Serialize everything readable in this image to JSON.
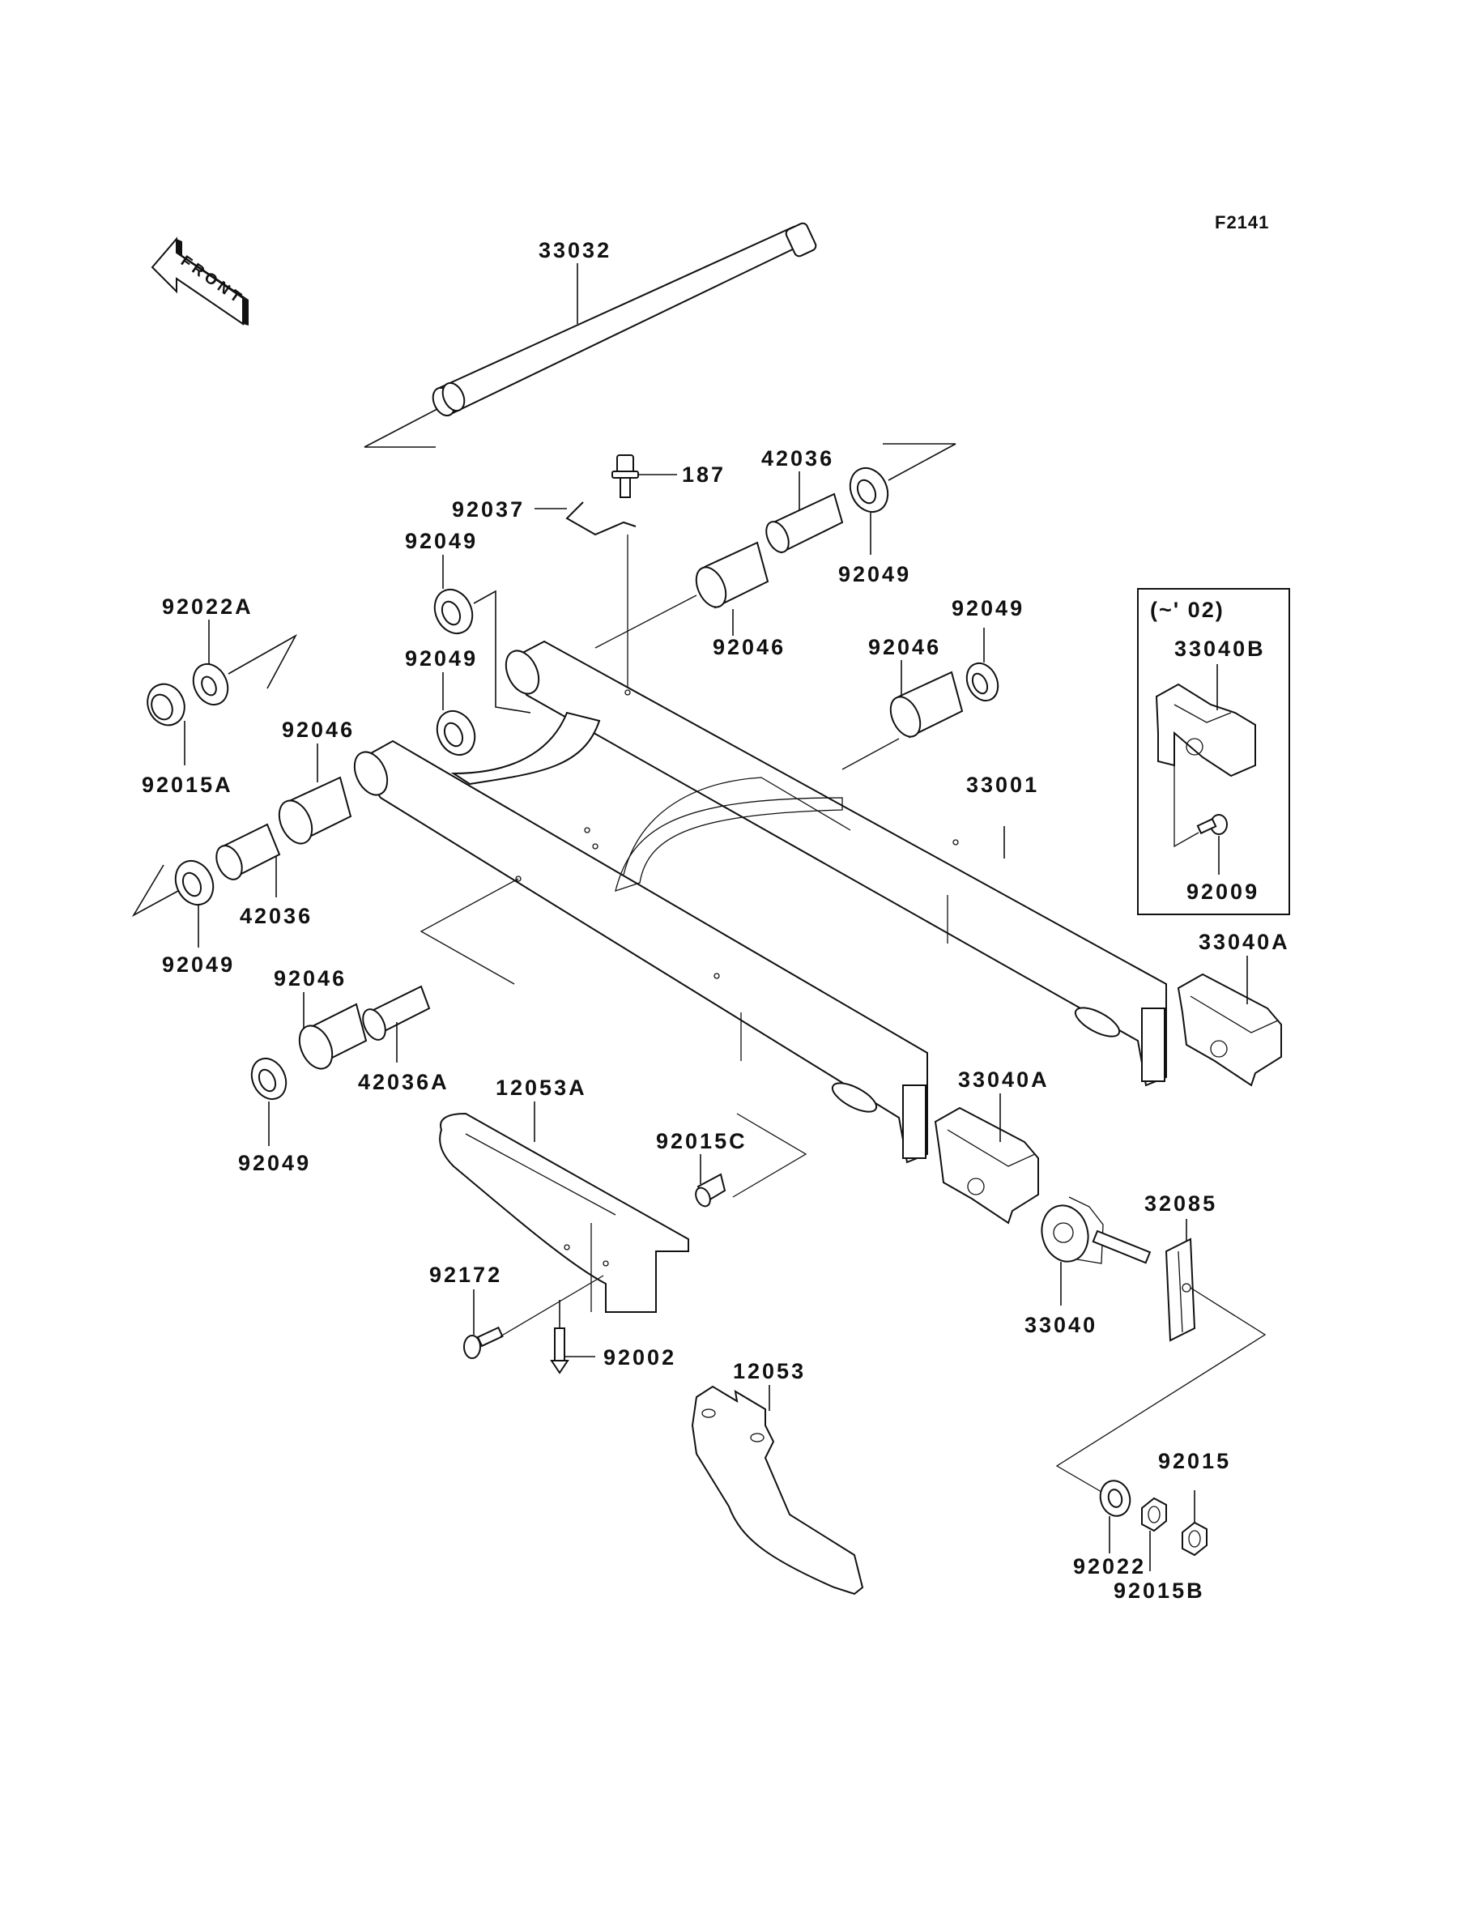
{
  "diagram": {
    "title": "Swingarm",
    "figure_ref": "F2141",
    "front_indicator": "FRONT",
    "inset_note": "(~' 02)",
    "callouts": [
      {
        "id": "c1",
        "part_number": "33032"
      },
      {
        "id": "c2",
        "part_number": "187"
      },
      {
        "id": "c3",
        "part_number": "42036"
      },
      {
        "id": "c4",
        "part_number": "92037"
      },
      {
        "id": "c5",
        "part_number": "92049"
      },
      {
        "id": "c6",
        "part_number": "92049"
      },
      {
        "id": "c7",
        "part_number": "92046"
      },
      {
        "id": "c8",
        "part_number": "92049"
      },
      {
        "id": "c9",
        "part_number": "92046"
      },
      {
        "id": "c10",
        "part_number": "92049"
      },
      {
        "id": "c11",
        "part_number": "92022A"
      },
      {
        "id": "c12",
        "part_number": "92015A"
      },
      {
        "id": "c13",
        "part_number": "92046"
      },
      {
        "id": "c14",
        "part_number": "42036"
      },
      {
        "id": "c15",
        "part_number": "92049"
      },
      {
        "id": "c16",
        "part_number": "33001"
      },
      {
        "id": "c17",
        "part_number": "92046"
      },
      {
        "id": "c18",
        "part_number": "42036A"
      },
      {
        "id": "c19",
        "part_number": "92049"
      },
      {
        "id": "c20",
        "part_number": "12053A"
      },
      {
        "id": "c21",
        "part_number": "92015C"
      },
      {
        "id": "c22",
        "part_number": "92172"
      },
      {
        "id": "c23",
        "part_number": "92002"
      },
      {
        "id": "c24",
        "part_number": "12053"
      },
      {
        "id": "c25",
        "part_number": "33040A"
      },
      {
        "id": "c26",
        "part_number": "33040A"
      },
      {
        "id": "c27",
        "part_number": "33040"
      },
      {
        "id": "c28",
        "part_number": "32085"
      },
      {
        "id": "c29",
        "part_number": "92022"
      },
      {
        "id": "c30",
        "part_number": "92015B"
      },
      {
        "id": "c31",
        "part_number": "92015"
      },
      {
        "id": "c32",
        "part_number": "33040B"
      },
      {
        "id": "c33",
        "part_number": "92009"
      }
    ]
  }
}
